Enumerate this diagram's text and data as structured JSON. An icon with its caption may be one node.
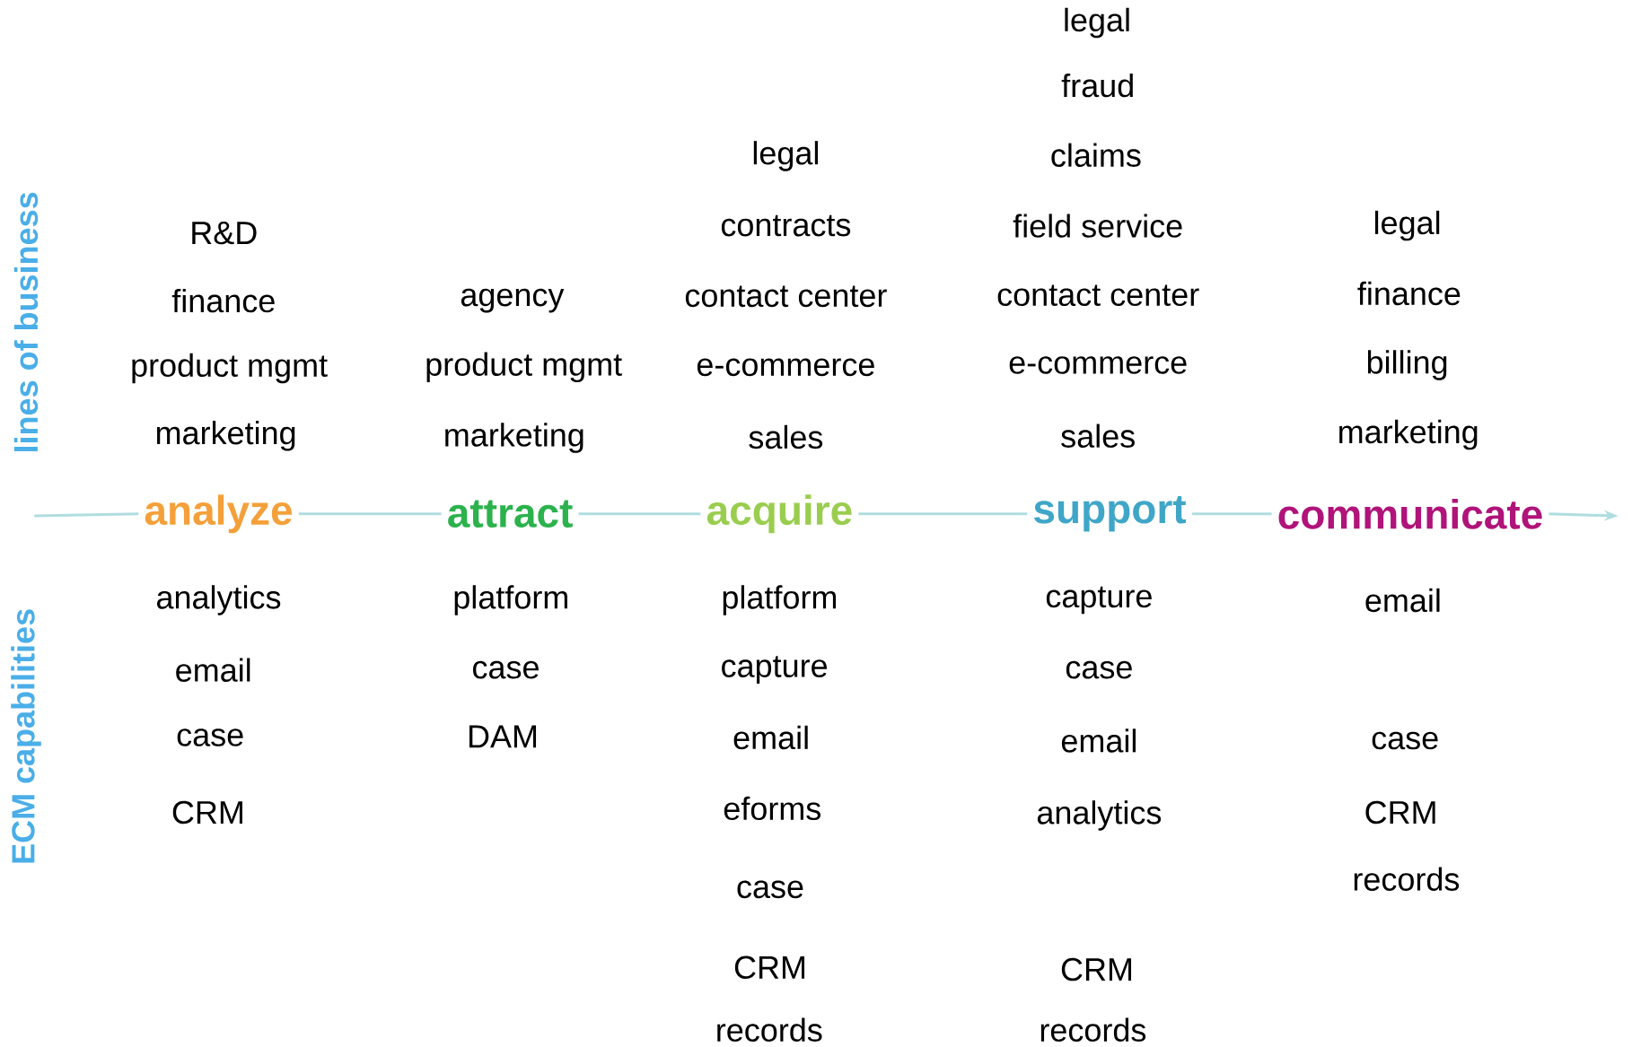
{
  "diagram": {
    "nodes": [
      {
        "text": [
          "analyze"
        ]
      },
      {
        "text": [
          "attract"
        ]
      },
      {
        "text": [
          "acquire"
        ]
      },
      {
        "text": [
          "support"
        ]
      },
      {
        "text": [
          "communicate"
        ]
      }
    ],
    "edges": [
      {
        "from": null,
        "to": 0,
        "arrow": "none"
      },
      {
        "from": 0,
        "to": 1,
        "arrow": "none"
      },
      {
        "from": 1,
        "to": 2,
        "arrow": "none"
      },
      {
        "from": 2,
        "to": 3,
        "arrow": "none"
      },
      {
        "from": 3,
        "to": 4,
        "arrow": "none"
      },
      {
        "from": 4,
        "to": null,
        "arrow": "to"
      }
    ],
    "labels": [
      "lines of business",
      "R&D",
      "finance",
      "product mgmt",
      "marketing",
      "agency",
      "product mgmt",
      "marketing",
      "legal",
      "contracts",
      "contact center",
      "e-commerce",
      "sales",
      "legal",
      "fraud",
      "claims",
      "field service",
      "contact center",
      "e-commerce",
      "sales",
      "legal",
      "finance",
      "billing",
      "marketing",
      "ECM capabilities",
      "analytics",
      "email",
      "case",
      "CRM",
      "platform",
      "case",
      "DAM",
      "platform",
      "capture",
      "email",
      "eforms",
      "case",
      "CRM",
      "records",
      "capture",
      "case",
      "email",
      "analytics",
      "CRM",
      "records",
      "email",
      "case",
      "CRM",
      "records"
    ]
  }
}
